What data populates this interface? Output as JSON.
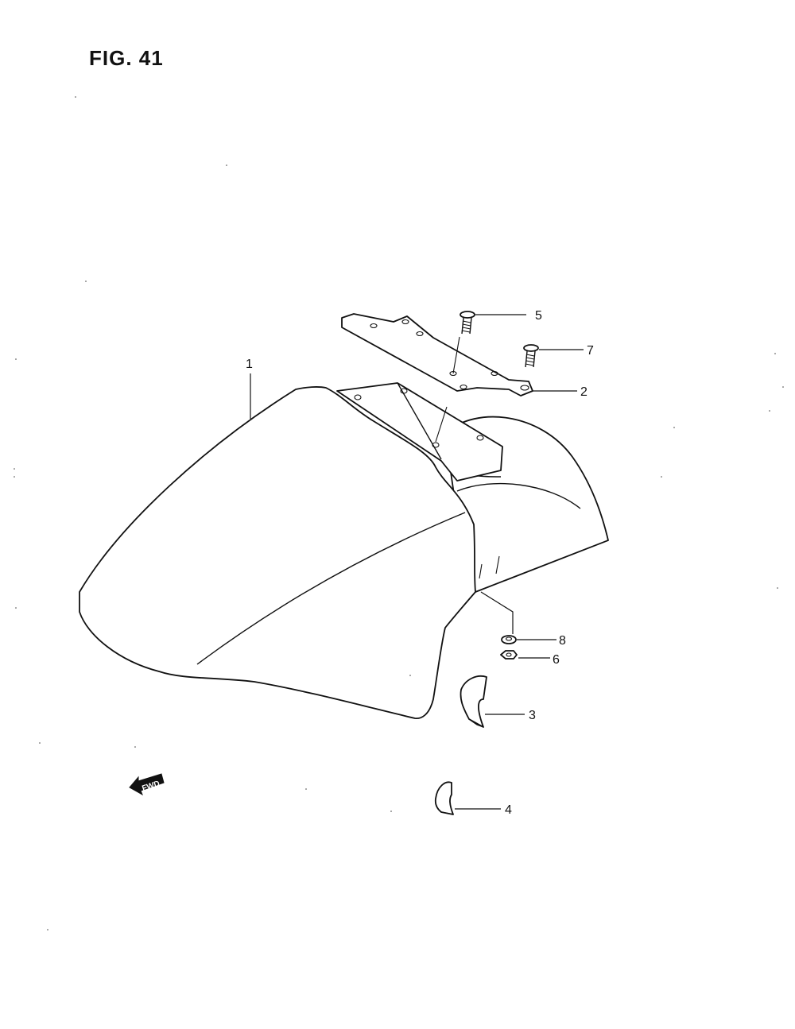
{
  "figure": {
    "title": "FIG. 41"
  },
  "callouts": [
    {
      "id": "1",
      "label": "1"
    },
    {
      "id": "2",
      "label": "2"
    },
    {
      "id": "3",
      "label": "3"
    },
    {
      "id": "4",
      "label": "4"
    },
    {
      "id": "5",
      "label": "5"
    },
    {
      "id": "6",
      "label": "6"
    },
    {
      "id": "7",
      "label": "7"
    },
    {
      "id": "8",
      "label": "8"
    }
  ],
  "direction_marker": {
    "label": "FWD",
    "icon": "fwd-arrow-icon"
  },
  "colors": {
    "ink": "#111111",
    "paper": "#ffffff"
  }
}
